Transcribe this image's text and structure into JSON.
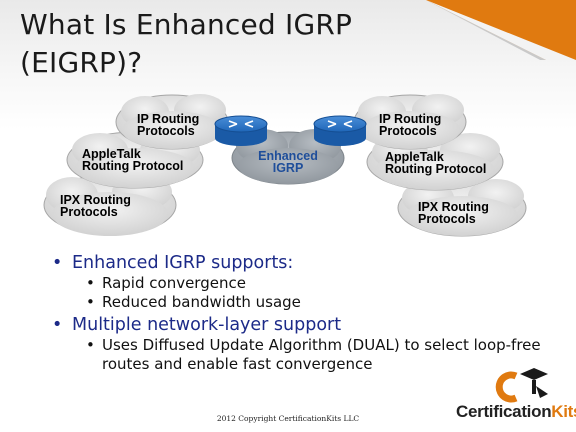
{
  "slide": {
    "title_line1": "What Is Enhanced IGRP",
    "title_line2": "(EIGRP)?"
  },
  "diagram": {
    "left_clouds": [
      {
        "line1": "IP Routing",
        "line2": "Protocols"
      },
      {
        "line1": "AppleTalk",
        "line2": "Routing Protocol"
      },
      {
        "line1": "IPX Routing",
        "line2": "Protocols"
      }
    ],
    "right_clouds": [
      {
        "line1": "IP Routing",
        "line2": "Protocols"
      },
      {
        "line1": "AppleTalk",
        "line2": "Routing Protocol"
      },
      {
        "line1": "IPX Routing",
        "line2": "Protocols"
      }
    ],
    "center_cloud": {
      "line1": "Enhanced",
      "line2": "IGRP"
    },
    "colors": {
      "cloud_fill": "#d9d9d9",
      "cloud_stroke": "#a6a6a6",
      "center_fill": "#9fa6ad",
      "center_text": "#1f4e9a",
      "router": "#1f66b8"
    },
    "icons": [
      "router-icon",
      "router-icon"
    ]
  },
  "bullets": [
    {
      "text": "Enhanced IGRP supports:",
      "sub": [
        "Rapid convergence",
        "Reduced bandwidth usage"
      ]
    },
    {
      "text": "Multiple network-layer support",
      "sub": [
        "Uses Diffused Update Algorithm (DUAL) to select loop-free routes and enable fast convergence"
      ]
    }
  ],
  "footer": {
    "copyright": "2012 Copyright CertificationKits  LLC"
  },
  "logo": {
    "word1": "Certification",
    "word2": "Kits",
    "accent": "#e07a10",
    "icon": "ck-graduate-logo-icon"
  }
}
